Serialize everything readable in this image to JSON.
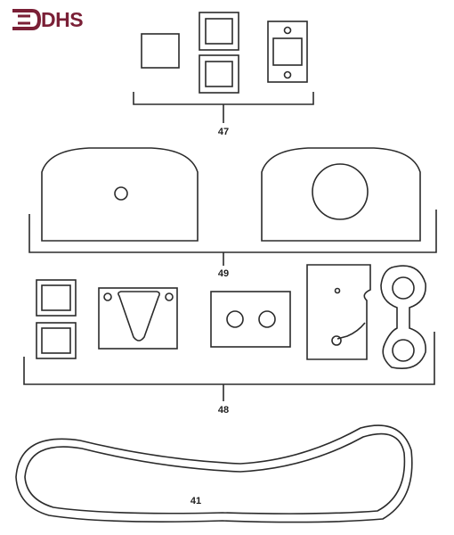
{
  "logo": {
    "text": "DHS",
    "color": "#7a1f36"
  },
  "ink_color": "#2b2b2b",
  "parts": [
    {
      "id": "47",
      "label": "47"
    },
    {
      "id": "49",
      "label": "49"
    },
    {
      "id": "48",
      "label": "48"
    },
    {
      "id": "41",
      "label": "41"
    }
  ]
}
